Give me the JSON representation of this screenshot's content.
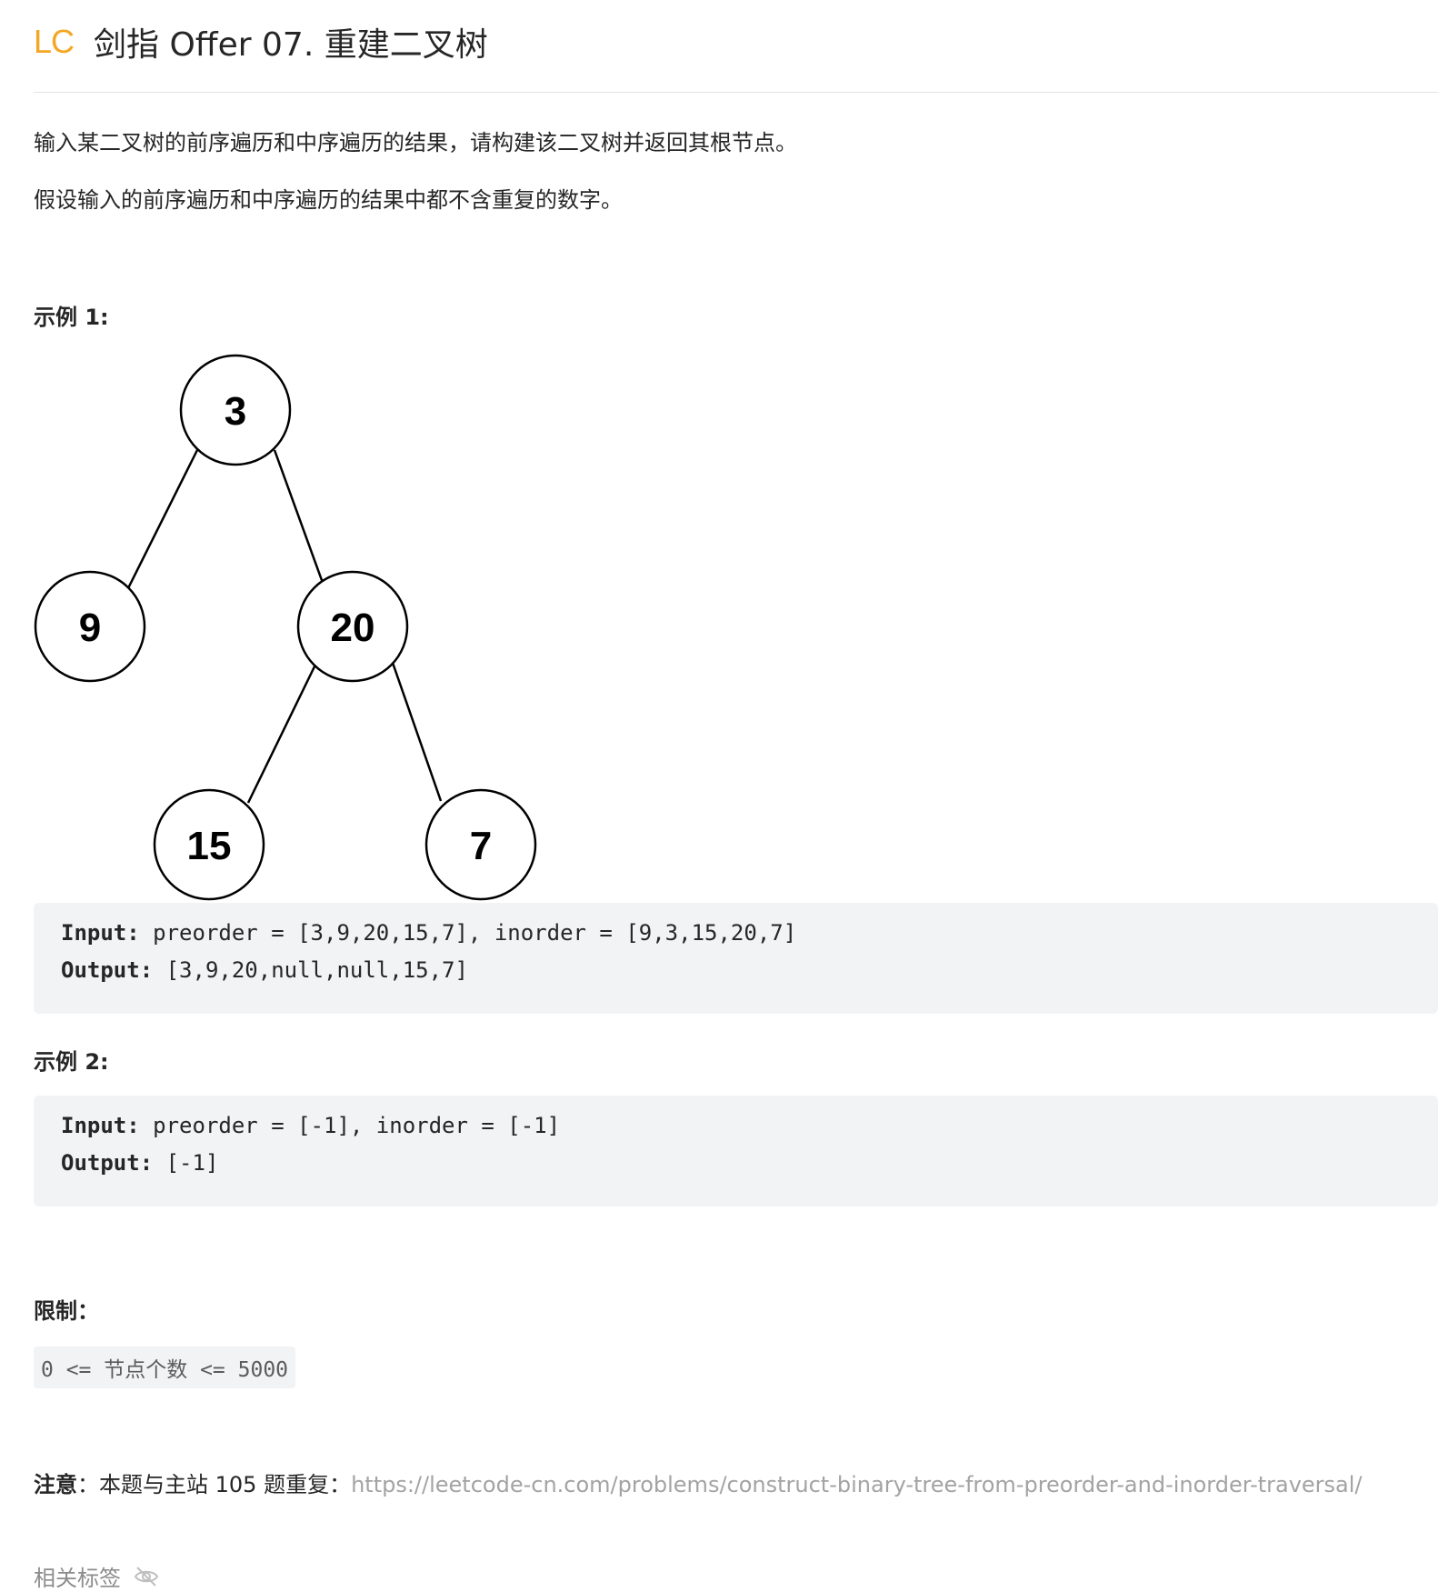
{
  "header": {
    "logo": "LC",
    "title": "剑指 Offer 07. 重建二叉树"
  },
  "description": {
    "para1": "输入某二叉树的前序遍历和中序遍历的结果，请构建该二叉树并返回其根节点。",
    "para2": "假设输入的前序遍历和中序遍历的结果中都不含重复的数字。"
  },
  "example1": {
    "heading": "示例 1:",
    "tree_nodes": [
      "3",
      "9",
      "20",
      "15",
      "7"
    ],
    "input_label": "Input:",
    "input_value": " preorder = [3,9,20,15,7], inorder = [9,3,15,20,7]",
    "output_label": "Output:",
    "output_value": " [3,9,20,null,null,15,7]"
  },
  "example2": {
    "heading": "示例 2:",
    "input_label": "Input:",
    "input_value": " preorder = [-1], inorder = [-1]",
    "output_label": "Output:",
    "output_value": " [-1]"
  },
  "constraints": {
    "heading": "限制：",
    "code": "0 <= 节点个数 <= 5000"
  },
  "note": {
    "label": "注意",
    "text": "：本题与主站 105 题重复：",
    "link": "https://leetcode-cn.com/problems/construct-binary-tree-from-preorder-and-inorder-traversal/"
  },
  "tags": {
    "label": "相关标签",
    "icon": "eye-off-icon"
  },
  "colors": {
    "logo": "#f5a623",
    "code_bg": "#f2f3f5",
    "link": "#a3a3a3"
  }
}
